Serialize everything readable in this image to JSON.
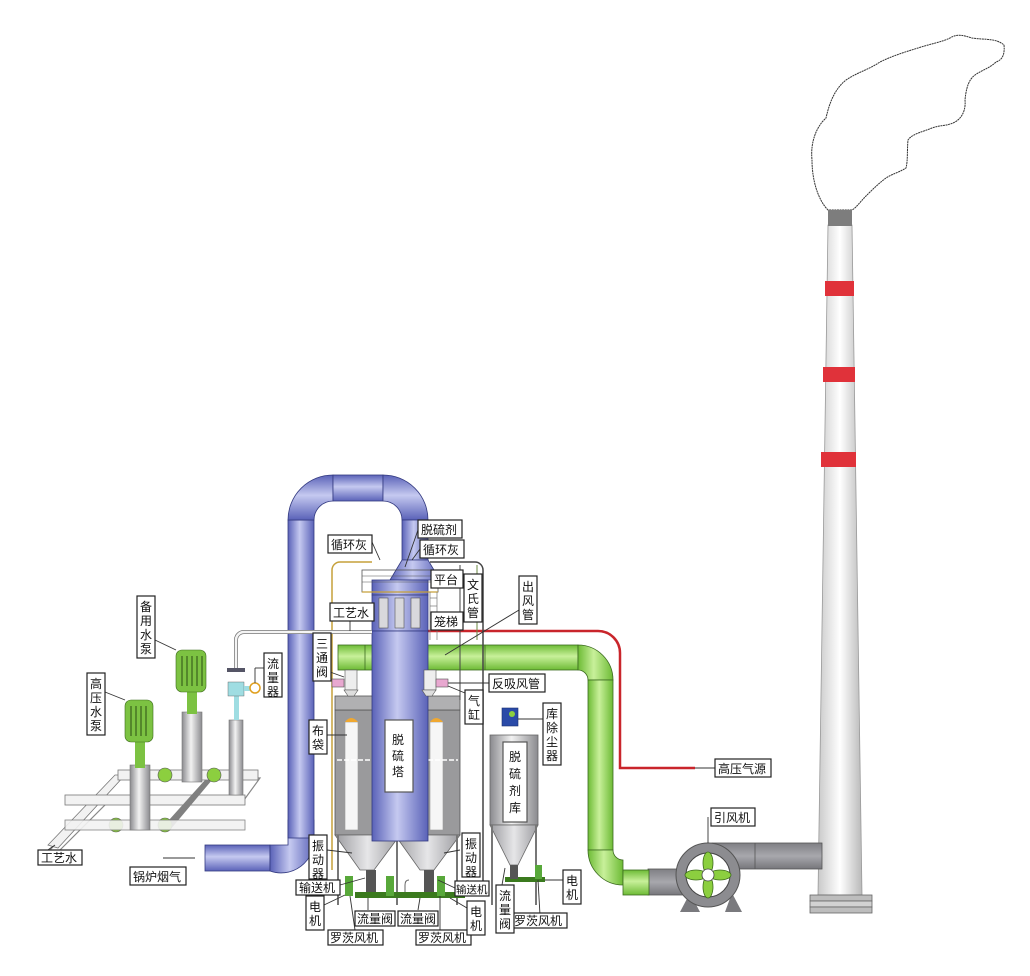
{
  "title": "循环流化床干法脱硫工艺流程图",
  "colors": {
    "flue_duct": "#7f86cc",
    "clean_duct": "#8fd14f",
    "pump_motor": "#7cc242",
    "high_pressure_air": "#c9252b",
    "chimney_band": "#e0323a",
    "fan_body": "#8c8c90",
    "equipment_gray": "#9a9a9c",
    "valve_cyan": "#9fdde2",
    "storage_blue": "#2a4aa8"
  },
  "labels": {
    "desulfurizer": "脱硫剂",
    "recycle_ash_left": "循环灰",
    "recycle_ash_right": "循环灰",
    "platform": "平台",
    "venturi": "文氏管",
    "process_water_top": "工艺水",
    "cage_ladder": "笼梯",
    "outlet_duct": "出风管",
    "three_way_valve": "三通阀",
    "cylinder": "气缸",
    "reverse_blow_duct": "反吸风管",
    "silo_dust_collector": "库除尘器",
    "bag": "布袋",
    "desulfurization_tower": "脱硫塔",
    "desulfurizer_silo": "脱硫剂库",
    "backup_pump": "备用水泵",
    "high_pressure_pump": "高压水泵",
    "flowmeter": "流量器",
    "process_water_bottom": "工艺水",
    "boiler_flue_gas": "锅炉烟气",
    "vibrator_left": "振动器",
    "vibrator_right": "振动器",
    "conveyor_left": "输送机",
    "conveyor_right": "输送机",
    "motor_left": "电机",
    "motor_mid": "电机",
    "motor_right": "电机",
    "flow_valve_left": "流量阀",
    "flow_valve_mid": "流量阀",
    "flow_valve_right": "流量阀",
    "roots_blower_left": "罗茨风机",
    "roots_blower_mid": "罗茨风机",
    "roots_blower_right": "罗茨风机",
    "high_pressure_air": "高压气源",
    "induced_draft_fan": "引风机"
  }
}
